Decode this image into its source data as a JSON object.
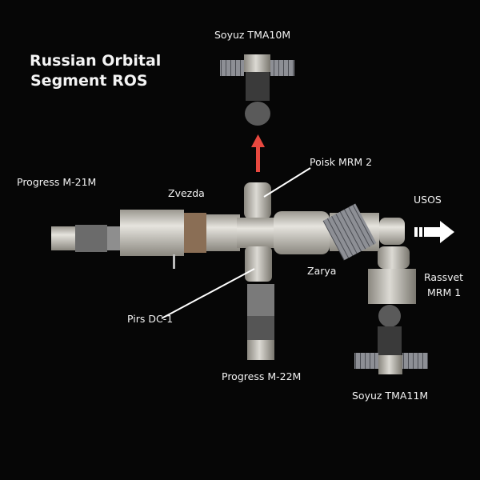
{
  "title": {
    "line1": "Russian Orbital",
    "line2": "Segment ROS"
  },
  "labels": {
    "soyuz_top": "Soyuz TMA10M",
    "poisk": "Poisk MRM 2",
    "progress_left": "Progress M-21M",
    "zvezda": "Zvezda",
    "usos": "USOS",
    "zarya": "Zarya",
    "rassvet_line1": "Rassvet",
    "rassvet_line2": "MRM 1",
    "pirs": "Pirs DC-1",
    "progress_bottom": "Progress M-22M",
    "soyuz_bottom": "Soyuz TMA11M"
  },
  "colors": {
    "background": "#060606",
    "arrow_up": "#e8483f",
    "module": "#d8d6d0",
    "label": "#f2f2f2"
  }
}
